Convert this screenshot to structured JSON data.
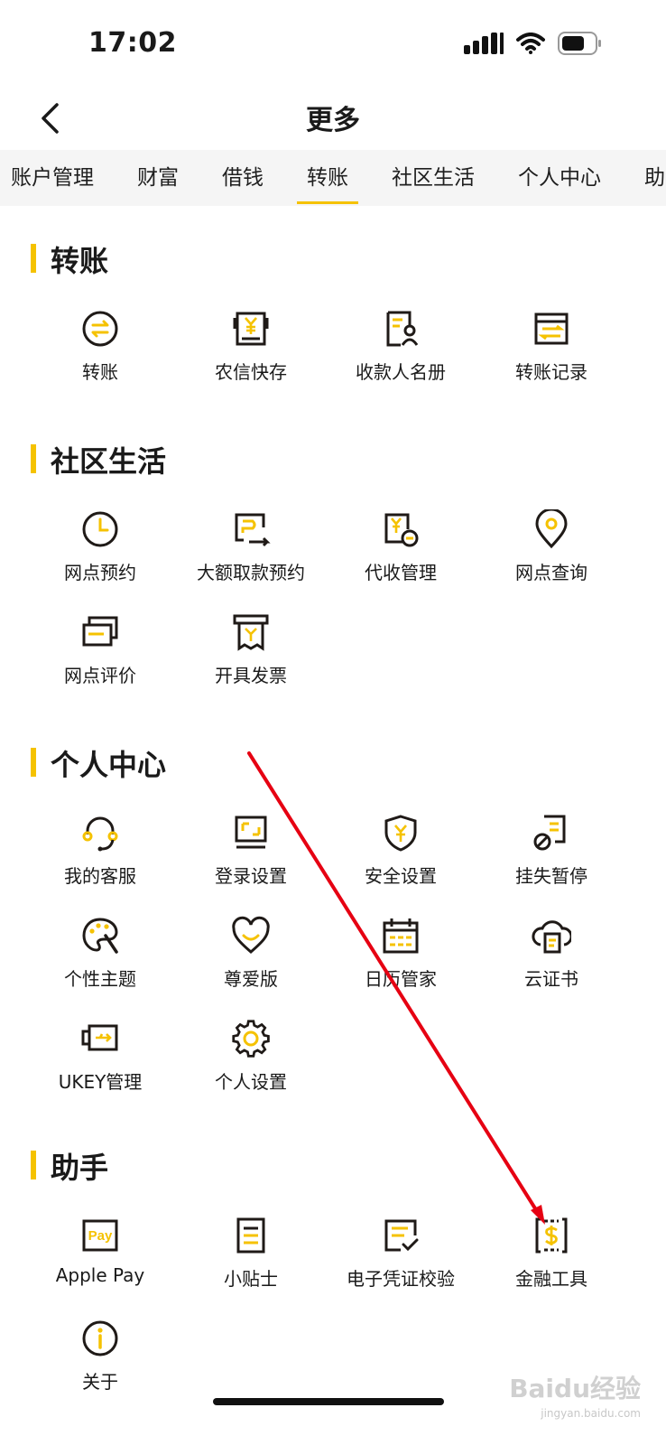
{
  "status_bar": {
    "time": "17:02"
  },
  "header": {
    "title": "更多"
  },
  "tabs": [
    {
      "label": "账户管理"
    },
    {
      "label": "财富"
    },
    {
      "label": "借钱"
    },
    {
      "label": "转账",
      "active": true
    },
    {
      "label": "社区生活"
    },
    {
      "label": "个人中心"
    },
    {
      "label": "助"
    }
  ],
  "sections": [
    {
      "title": "转账",
      "items": [
        {
          "label": "转账",
          "icon": "transfer-icon"
        },
        {
          "label": "农信快存",
          "icon": "quick-deposit-icon"
        },
        {
          "label": "收款人名册",
          "icon": "payee-book-icon"
        },
        {
          "label": "转账记录",
          "icon": "transfer-record-icon"
        }
      ]
    },
    {
      "title": "社区生活",
      "items": [
        {
          "label": "网点预约",
          "icon": "clock-icon"
        },
        {
          "label": "大额取款预约",
          "icon": "withdraw-appointment-icon"
        },
        {
          "label": "代收管理",
          "icon": "collection-icon"
        },
        {
          "label": "网点查询",
          "icon": "location-pin-icon"
        },
        {
          "label": "网点评价",
          "icon": "review-icon"
        },
        {
          "label": "开具发票",
          "icon": "invoice-icon"
        }
      ]
    },
    {
      "title": "个人中心",
      "items": [
        {
          "label": "我的客服",
          "icon": "headset-icon"
        },
        {
          "label": "登录设置",
          "icon": "login-monitor-icon"
        },
        {
          "label": "安全设置",
          "icon": "shield-icon"
        },
        {
          "label": "挂失暂停",
          "icon": "report-loss-icon"
        },
        {
          "label": "个性主题",
          "icon": "palette-icon"
        },
        {
          "label": "尊爱版",
          "icon": "heart-icon"
        },
        {
          "label": "日历管家",
          "icon": "calendar-icon"
        },
        {
          "label": "云证书",
          "icon": "cloud-cert-icon"
        },
        {
          "label": "UKEY管理",
          "icon": "ukey-icon"
        },
        {
          "label": "个人设置",
          "icon": "gear-icon"
        }
      ]
    },
    {
      "title": "助手",
      "items": [
        {
          "label": "Apple Pay",
          "icon": "apple-pay-icon"
        },
        {
          "label": "小贴士",
          "icon": "tips-icon"
        },
        {
          "label": "电子凭证校验",
          "icon": "voucher-check-icon"
        },
        {
          "label": "金融工具",
          "icon": "finance-tool-icon"
        },
        {
          "label": "关于",
          "icon": "info-icon"
        }
      ]
    }
  ],
  "colors": {
    "accent": "#f5c200",
    "line": "#1f1a17",
    "annotation": "#e60012"
  },
  "watermark": {
    "brand": "Baidu经验",
    "url": "jingyan.baidu.com"
  }
}
